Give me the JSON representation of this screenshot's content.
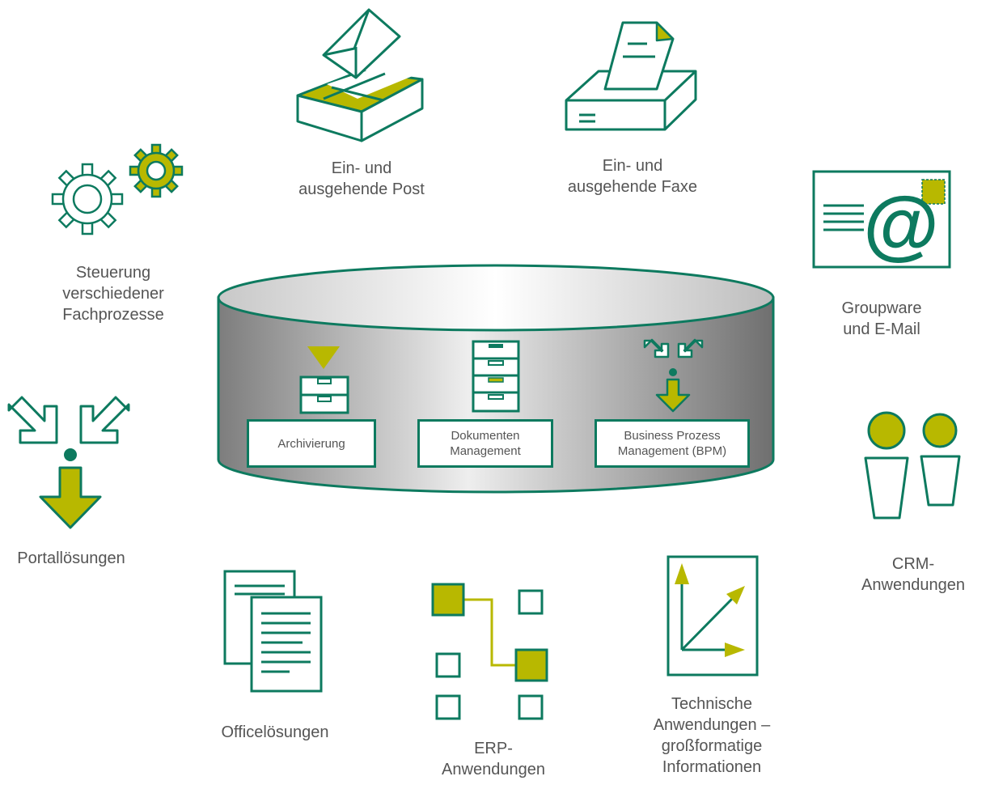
{
  "colors": {
    "accent": "#0d7a5f",
    "highlight": "#b8b800",
    "text": "#555555"
  },
  "modules": {
    "archiving": {
      "label": "Archivierung",
      "icon": "archive-drawer-icon"
    },
    "document_management": {
      "line1": "Dokumenten",
      "line2": "Management",
      "icon": "file-cabinet-icon"
    },
    "bpm": {
      "line1": "Business Prozess",
      "line2": "Management (BPM)",
      "icon": "merge-arrows-icon"
    }
  },
  "items": {
    "mail": {
      "line1": "Ein- und",
      "line2": "ausgehende Post",
      "icon": "envelope-inbox-icon"
    },
    "fax": {
      "line1": "Ein- und",
      "line2": "ausgehende Faxe",
      "icon": "fax-machine-icon"
    },
    "process_control": {
      "line1": "Steuerung",
      "line2": "verschiedener",
      "line3": "Fachprozesse",
      "icon": "gears-icon"
    },
    "groupware": {
      "line1": "Groupware",
      "line2": "und E-Mail",
      "icon": "email-at-icon"
    },
    "portal": {
      "line1": "Portallösungen",
      "icon": "portal-arrows-icon"
    },
    "crm": {
      "line1": "CRM-",
      "line2": "Anwendungen",
      "icon": "people-icon"
    },
    "office": {
      "line1": "Officelösungen",
      "icon": "documents-icon"
    },
    "erp": {
      "line1": "ERP-",
      "line2": "Anwendungen",
      "icon": "erp-network-icon"
    },
    "technical": {
      "line1": "Technische",
      "line2": "Anwendungen –",
      "line3": "großformatige",
      "line4": "Informationen",
      "icon": "chart-document-icon"
    }
  }
}
